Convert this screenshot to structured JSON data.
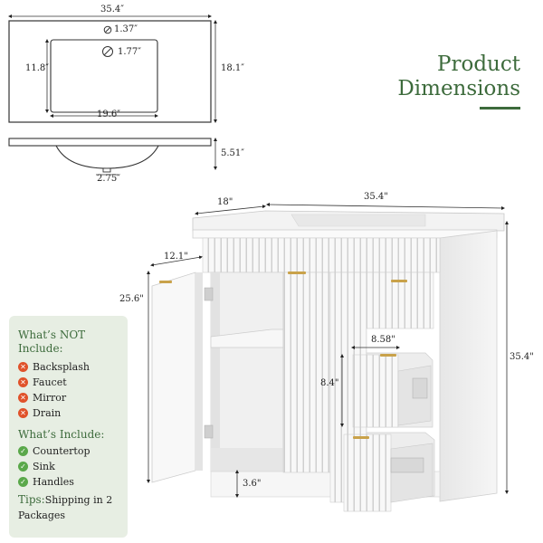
{
  "title": {
    "line1": "Product",
    "line2": "Dimensions"
  },
  "top_view": {
    "width": "35.4″",
    "depth": "18.1″",
    "bowl_depth": "11.8″",
    "bowl_width": "19.6″",
    "hole1": "1.37″",
    "hole2": "1.77″"
  },
  "side_view": {
    "height": "5.51″",
    "drain": "2.75″"
  },
  "cabinet": {
    "depth": "18\"",
    "width": "35.4\"",
    "door_depth": "12.1\"",
    "door_height": "25.6\"",
    "total_height": "35.4\"",
    "drawer_width": "8.58\"",
    "drawer_height": "8.4\"",
    "toe_kick": "3.6\""
  },
  "not_included": {
    "heading": "What’s NOT Include:",
    "items": [
      "Backsplash",
      "Faucet",
      "Mirror",
      "Drain"
    ]
  },
  "included": {
    "heading": "What’s Include:",
    "items": [
      "Countertop",
      "Sink",
      "Handles"
    ]
  },
  "tips": {
    "label": "Tips:",
    "text": "Shipping in 2 Packages"
  },
  "colors": {
    "accent_green": "#3d6b3c",
    "panel_bg": "#e7eee3",
    "red_x": "#e0522a",
    "green_check": "#5aa84a",
    "handle_gold": "#c9a24a"
  },
  "icons": {
    "x_icon": "✕",
    "check_icon": "✓",
    "drain_symbol": "⊘"
  }
}
